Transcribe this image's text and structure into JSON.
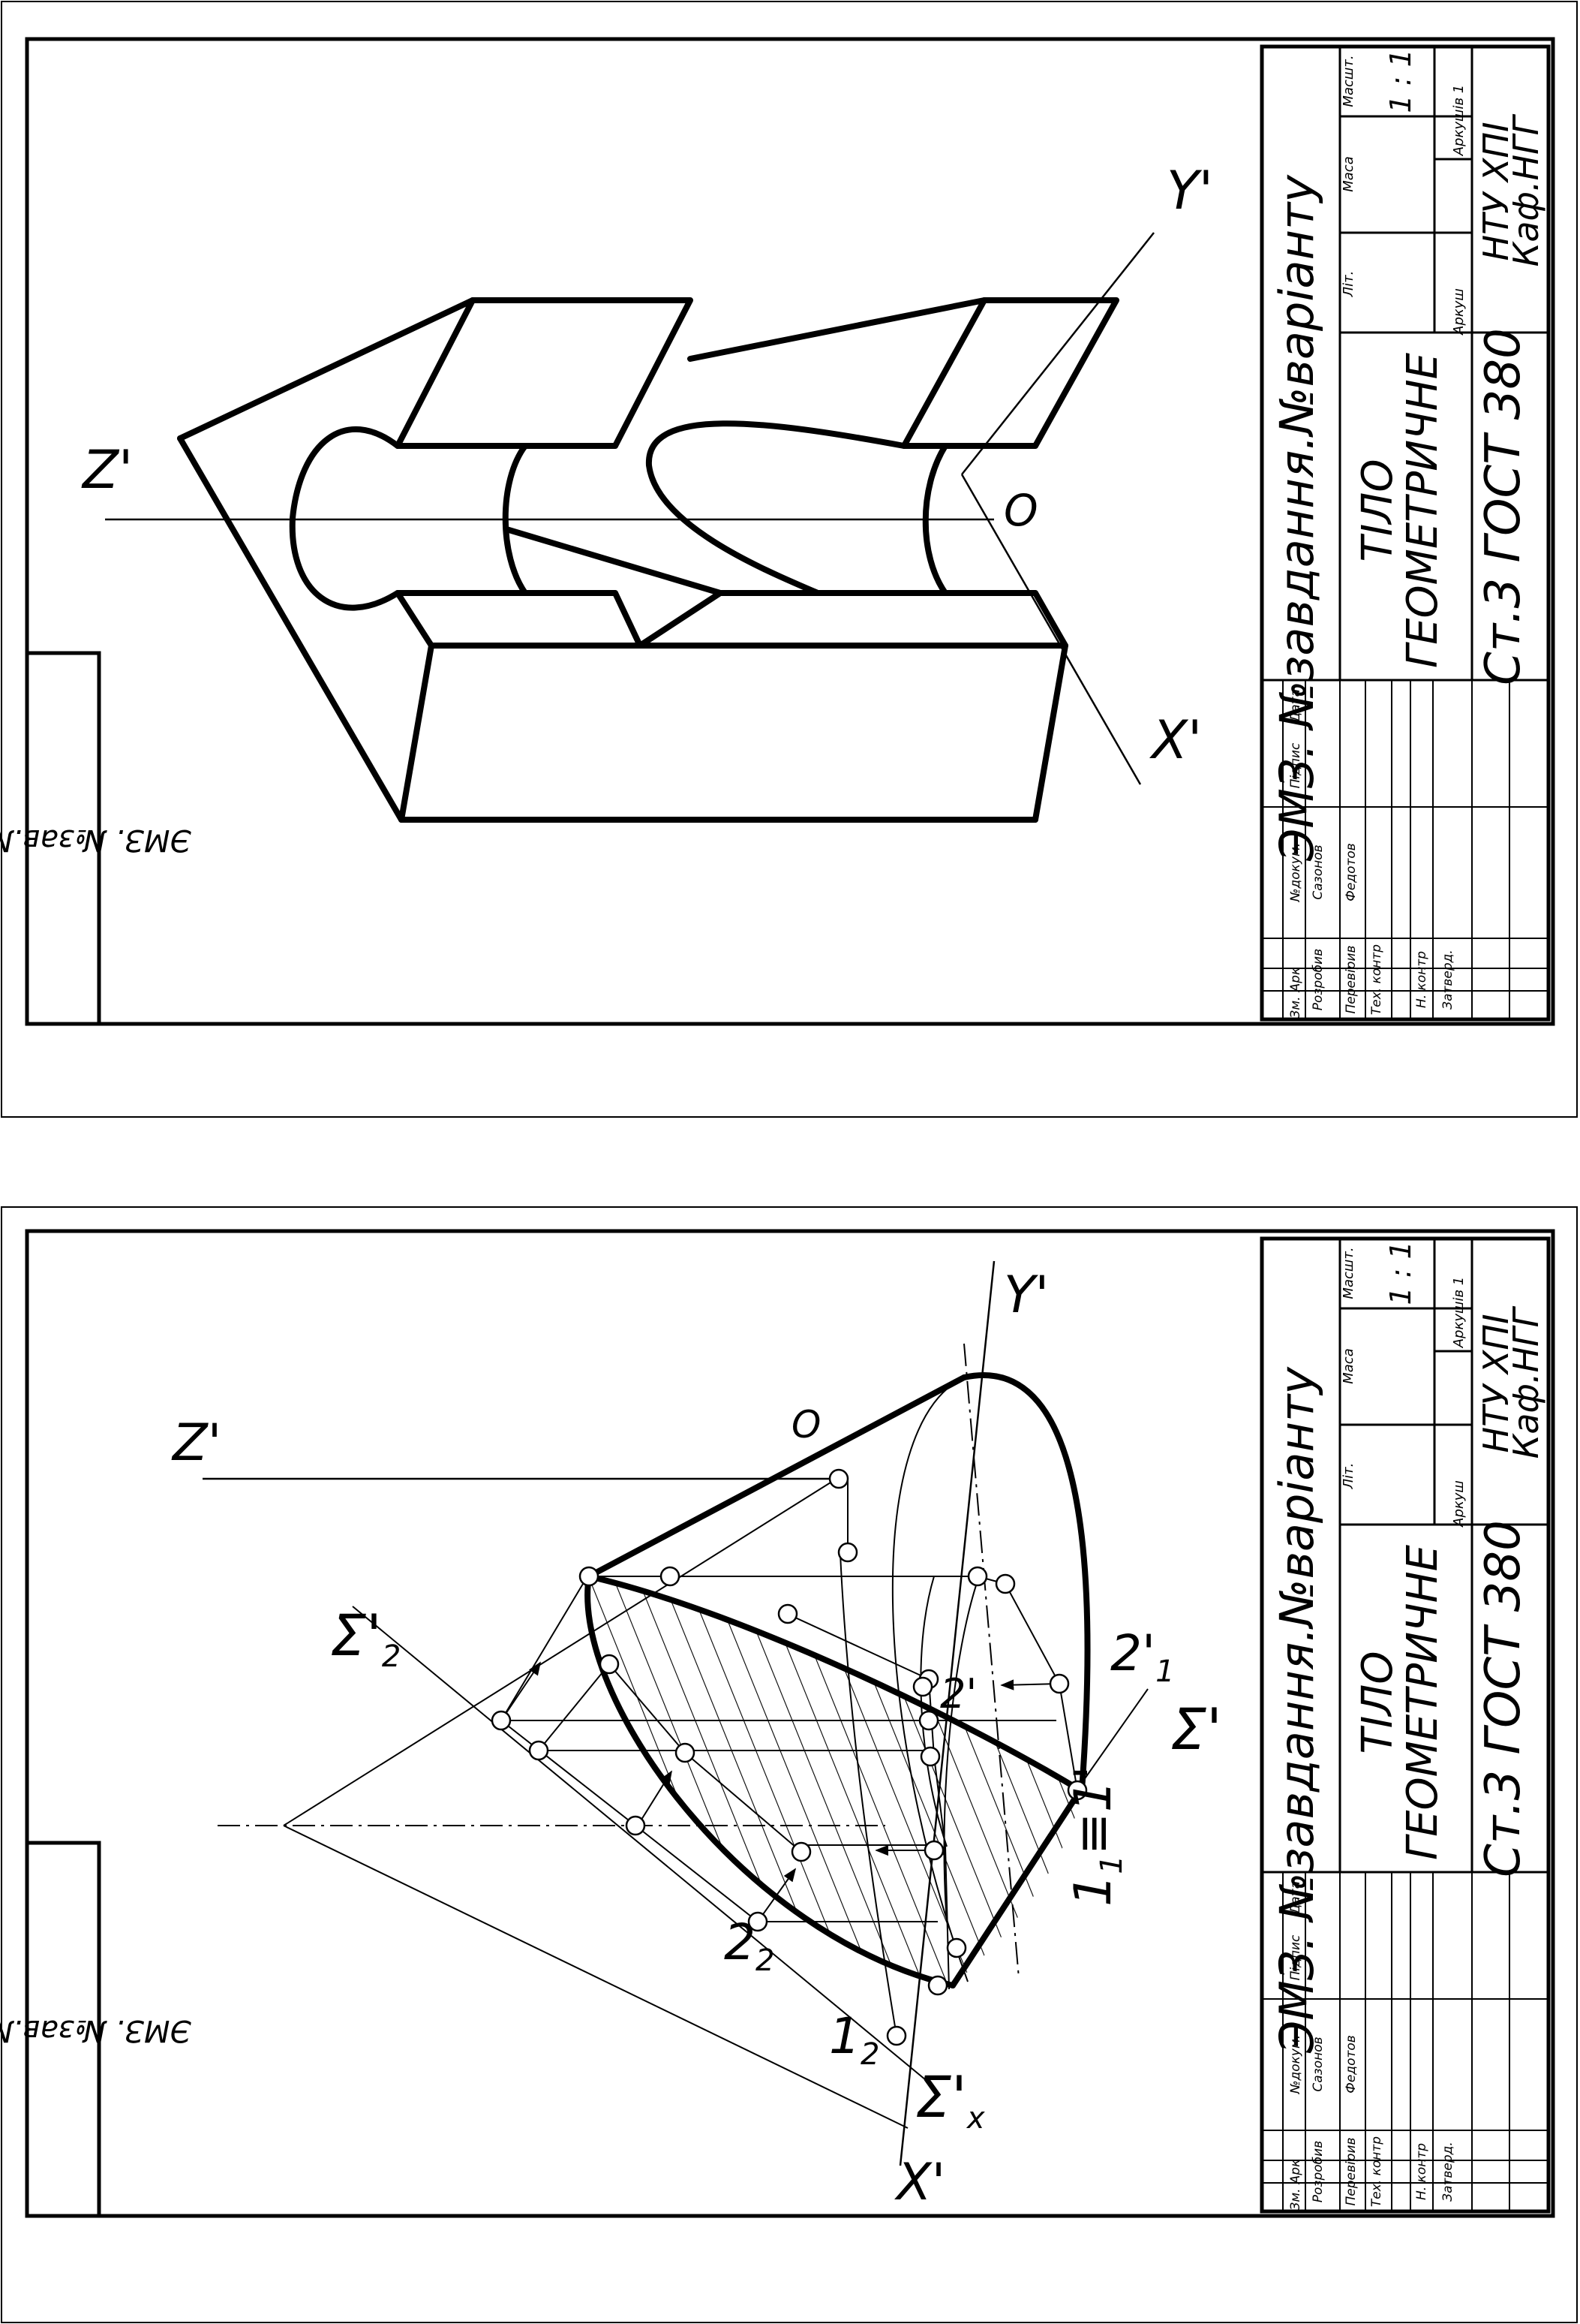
{
  "sheets": [
    {
      "id": "top",
      "stamp": "ЭМЗ. №зaв.№вap.",
      "axes": {
        "x": "X'",
        "y": "Y'",
        "z": "Z'",
        "origin": "O"
      },
      "title_block": {
        "task": "ЭМЗ. №завдання.№варіанту",
        "name_line1": "ТІЛО",
        "name_line2": "ГЕОМЕТРИЧНЕ",
        "material": "Ст.3 ГОСТ 380",
        "org_line1": "НТУ ХПІ",
        "org_line2": "Каф.НГГ",
        "col_lit": "Літ.",
        "col_mass": "Маса",
        "col_scale": "Масшт.",
        "scale": "1 : 1",
        "sheet_label": "Аркуш",
        "sheets_label": "Аркушів 1",
        "hdr_zm": "Зм.",
        "hdr_ark": "Арк",
        "hdr_doc": "№докум.",
        "hdr_sign": "Підпис",
        "hdr_date": "Дата",
        "row_dev": "Розробив",
        "row_chk": "Перевірив",
        "row_tech": "Тех. контр",
        "row_norm": "Н. контр",
        "row_appr": "Затверд.",
        "name_dev": "Сазонов",
        "name_chk": "Федотов"
      }
    },
    {
      "id": "bottom",
      "stamp": "ЭМЗ. №зaв.№вap.",
      "axes": {
        "x": "X'",
        "y": "Y'",
        "z": "Z'",
        "origin": "O"
      },
      "labels": {
        "sigma2": "Σ'",
        "sigma2_sub": "2",
        "sigma": "Σ'",
        "sigmax": "Σ'",
        "sigmax_sub": "x",
        "p22": "2",
        "p22_sub": "2",
        "p12": "1",
        "p12_sub": "2",
        "p11": "1",
        "p11_sub": "1",
        "p1eq": "≡1'",
        "p21": "2'",
        "p21_sub": "1",
        "p2": "2'"
      },
      "title_block": {
        "task": "ЭМЗ. №завдання.№варіанту",
        "name_line1": "ТІЛО",
        "name_line2": "ГЕОМЕТРИЧНЕ",
        "material": "Ст.3 ГОСТ 380",
        "org_line1": "НТУ ХПІ",
        "org_line2": "Каф.НГГ",
        "col_lit": "Літ.",
        "col_mass": "Маса",
        "col_scale": "Масшт.",
        "scale": "1 : 1",
        "sheet_label": "Аркуш",
        "sheets_label": "Аркушів 1",
        "hdr_zm": "Зм.",
        "hdr_ark": "Арк",
        "hdr_doc": "№докум.",
        "hdr_sign": "Підпис",
        "hdr_date": "Дата",
        "row_dev": "Розробив",
        "row_chk": "Перевірив",
        "row_tech": "Тех. контр",
        "row_norm": "Н. контр",
        "row_appr": "Затверд.",
        "name_dev": "Сазонов",
        "name_chk": "Федотов"
      }
    }
  ]
}
